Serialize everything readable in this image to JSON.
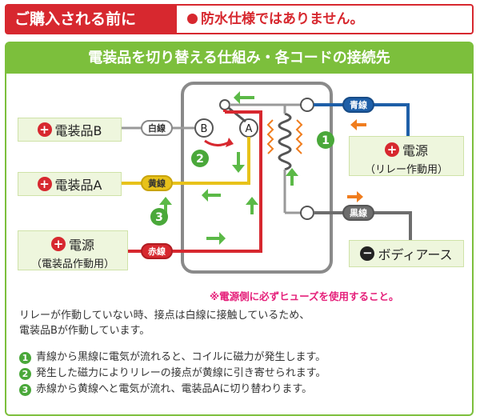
{
  "header": {
    "label": "ご購入される前に",
    "notice": "防水仕様ではありません。"
  },
  "panel": {
    "title": "電装品を切り替える仕組み・各コードの接続先"
  },
  "diagram": {
    "device_b": "電装品B",
    "device_a": "電装品A",
    "power_device_line1": "電源",
    "power_device_line2": "（電装品作動用）",
    "power_relay_line1": "電源",
    "power_relay_line2": "（リレー作動用）",
    "body_earth": "ボディアース",
    "wire_white": "白線",
    "wire_yellow": "黄線",
    "wire_red": "赤線",
    "wire_blue": "青線",
    "wire_black": "黒線",
    "contact_b": "B",
    "contact_a": "A",
    "step1": "1",
    "step2": "2",
    "step3": "3",
    "colors": {
      "red": "#d7282f",
      "green": "#7cbf3c",
      "yellow": "#e8c21a",
      "blue": "#1e5fa8",
      "gray": "#6d6d6d",
      "orange": "#f07d1e"
    }
  },
  "warning": "※電源側に必ずヒューズを使用すること。",
  "explanation": {
    "line1": "リレーが作動していない時、接点は白線に接触しているため、",
    "line2": "電装品Bが作動しています。"
  },
  "steps": [
    {
      "num": "1",
      "text": "青線から黒線に電気が流れると、コイルに磁力が発生します。"
    },
    {
      "num": "2",
      "text": "発生した磁力によりリレーの接点が黄線に引き寄せられます。"
    },
    {
      "num": "3",
      "text": "赤線から黄線へと電気が流れ、電装品Aに切り替わります。"
    }
  ]
}
